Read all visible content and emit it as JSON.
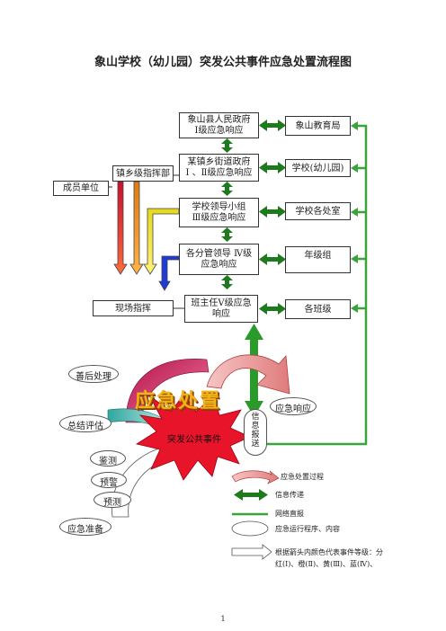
{
  "title": "象山学校（幼儿园）突发公共事件应急处置流程图",
  "left_column": {
    "level1": "象山县人民政府\nⅠ级应急响应",
    "level2": "某镇乡街道政府\nⅠ 、Ⅱ级应急响应",
    "level3": "学校领导小组\nⅢ级应急响应",
    "level4": "各分管领导 Ⅳ级\n应急响应",
    "level5": "班主任Ⅴ级应急\n响应"
  },
  "right_column": {
    "r1": "象山教育局",
    "r2": "学校(幼儿园)",
    "r3": "学校各处室",
    "r4": "年级组",
    "r5": "各班级"
  },
  "side": {
    "town_command": "镇乡级指挥部",
    "members": "成员单位",
    "site_command": "现场指挥"
  },
  "cycle": {
    "aftermath": "善后处理",
    "evaluation": "总结评估",
    "response": "应急响应",
    "event": "突发公共事件",
    "report": "信\n息\n报\n送",
    "monitoring": "鉴测",
    "warning": "预警",
    "forecast": "预测",
    "preparation": "应急准备",
    "banner": "应急处置"
  },
  "legend": {
    "process": "应急处置过程",
    "info": "信息传递",
    "network": "网络直报",
    "oval_text": "应急运行程序、内容",
    "arrow_desc": "根据箭头内颜色代表事件等级：分\n红(Ⅰ)、橙(Ⅱ)、黄(Ⅲ)、蓝(Ⅳ)、"
  },
  "page_number": "1",
  "colors": {
    "green": "#3aa33a",
    "dark_green": "#1d7a1d",
    "red": "#e0253a",
    "orange": "#f59a1d",
    "yellow": "#f5ea2a",
    "blue": "#1f3ad6",
    "pink": "#e88a8a",
    "magenta": "#c41f5a",
    "teal": "#44b8b0"
  }
}
